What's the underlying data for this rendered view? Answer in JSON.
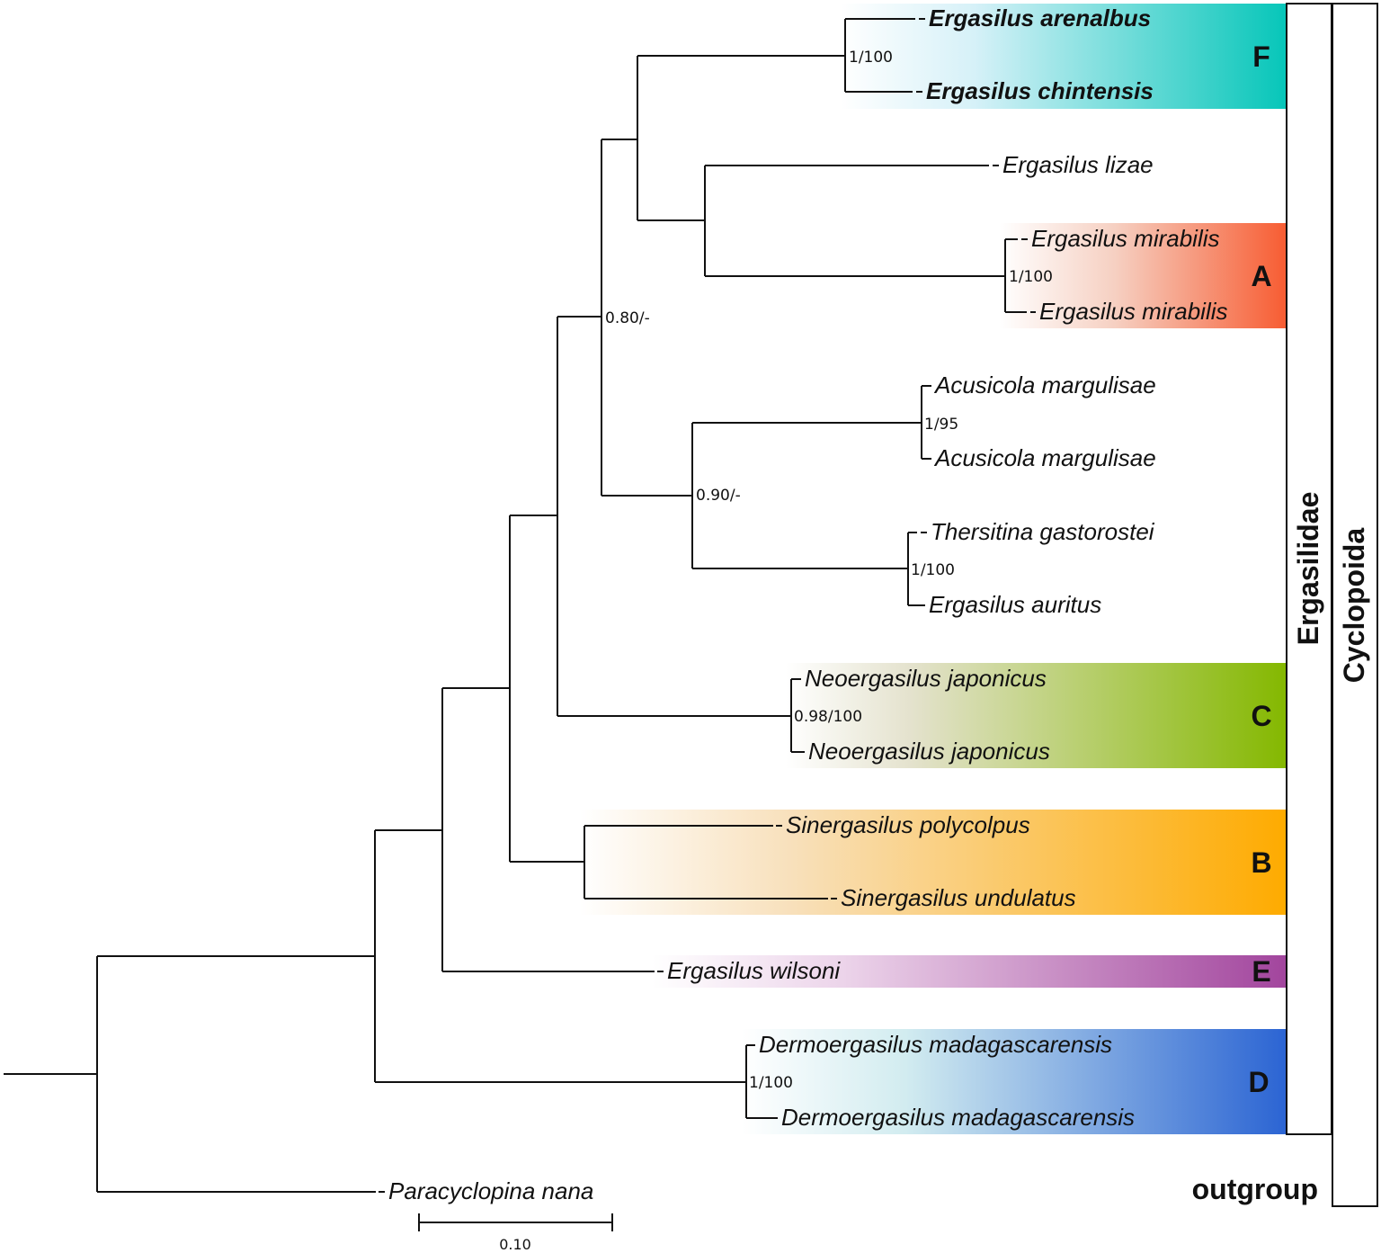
{
  "taxa": {
    "arenalbus": "Ergasilus arenalbus",
    "chintensis": "Ergasilus chintensis",
    "lizae": "Ergasilus lizae",
    "mirabilis1": "Ergasilus mirabilis",
    "mirabilis2": "Ergasilus mirabilis",
    "acusicola1": "Acusicola margulisae",
    "acusicola2": "Acusicola margulisae",
    "thersitina": "Thersitina gastorostei",
    "auritus": "Ergasilus auritus",
    "neo1": "Neoergasilus japonicus",
    "neo2": "Neoergasilus japonicus",
    "polycolpus": "Sinergasilus polycolpus",
    "undulatus": "Sinergasilus undulatus",
    "wilsoni": "Ergasilus wilsoni",
    "dermo1": "Dermoergasilus madagascarensis",
    "dermo2": "Dermoergasilus madagascarensis",
    "paracyclopina": "Paracyclopina nana"
  },
  "support": {
    "F": "1/100",
    "A": "1/100",
    "upper": "0.80/-",
    "acusicola": "1/95",
    "middle": "0.90/-",
    "thersitina": "1/100",
    "C": "0.98/100",
    "D": "1/100"
  },
  "clades": {
    "F": {
      "label": "F",
      "color": "#06c6b9"
    },
    "A": {
      "label": "A",
      "color": "#f75c32"
    },
    "C": {
      "label": "C",
      "color": "#84b800"
    },
    "B": {
      "label": "B",
      "color": "#feab00"
    },
    "E": {
      "label": "E",
      "color": "#a2459d"
    },
    "D": {
      "label": "D",
      "color": "#2b64d3"
    }
  },
  "groups": {
    "ergasilidae": "Ergasilidae",
    "cyclopoida": "Cyclopoida",
    "outgroup": "outgroup"
  },
  "scale_bar": "0.10"
}
